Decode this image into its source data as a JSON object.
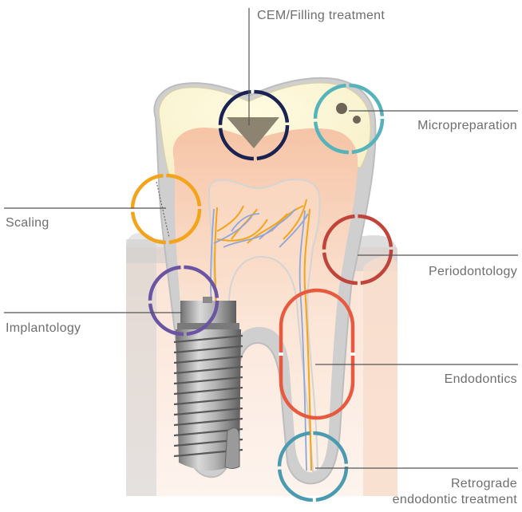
{
  "labels": {
    "cem": "CEM/Filling treatment",
    "micro": "Micropreparation",
    "scaling": "Scaling",
    "perio": "Periodontology",
    "implant": "Implantology",
    "endo": "Endodontics",
    "retro_line1": "Retrograde",
    "retro_line2": "endodontic treatment"
  },
  "colors": {
    "cem": "#1b2352",
    "micro": "#55b3bb",
    "scaling": "#f3a41b",
    "perio": "#c1443a",
    "implant": "#6a55a3",
    "endo": "#e85a40",
    "retro": "#4a9bb0",
    "leader": "#555555",
    "label_text": "#6e6e6e"
  }
}
